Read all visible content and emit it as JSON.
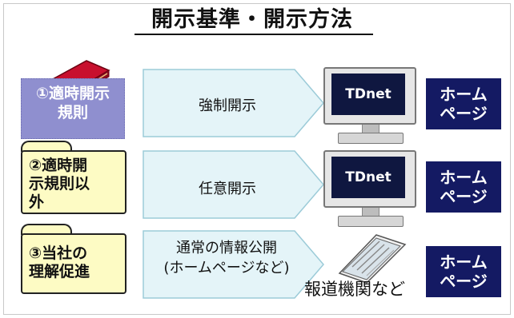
{
  "title": "開示基準・開示方法",
  "rows": [
    {
      "label": "①適時開示規則",
      "label_lines": [
        "①適時開示",
        "規則"
      ],
      "method": "強制開示",
      "target": "TDnet",
      "homepage_lines": [
        "ホーム",
        "ページ"
      ]
    },
    {
      "label": "②適時開示規則以外",
      "label_lines": [
        "②適時開",
        "示規則以",
        "外"
      ],
      "method": "任意開示",
      "target": "TDnet",
      "homepage_lines": [
        "ホーム",
        "ページ"
      ]
    },
    {
      "label": "③当社の理解促進",
      "label_lines": [
        "③当社の",
        "理解促進"
      ],
      "method_lines": [
        "通常の情報公開",
        "(ホームページなど)"
      ],
      "target": "報道機関など",
      "homepage_lines": [
        "ホーム",
        "ページ"
      ]
    }
  ],
  "icons": {
    "book": "book-icon",
    "folder": "folder-icon",
    "monitor": "computer-monitor-icon",
    "newspaper": "newspaper-icon"
  },
  "colors": {
    "homepage_box": "#141a63",
    "arrow_fill": "#e4f4f8",
    "rule_box": "#8f8fcf",
    "folder_fill": "#fdfbc4"
  }
}
